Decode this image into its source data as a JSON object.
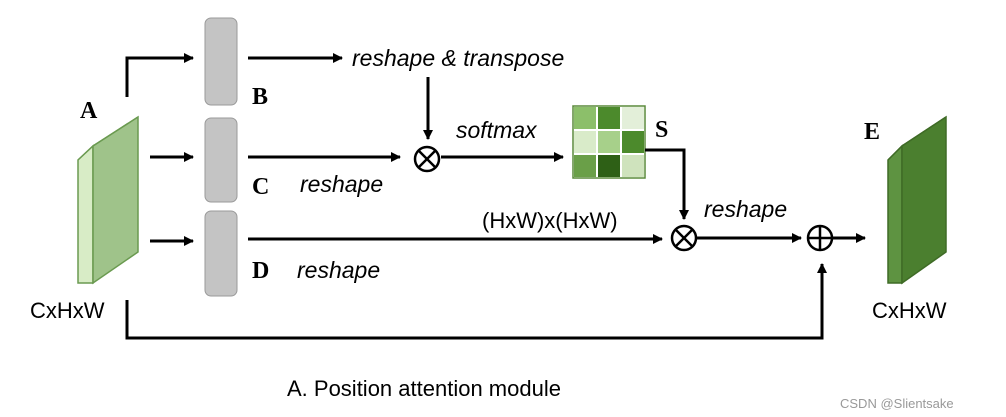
{
  "labels": {
    "A": "A",
    "B": "B",
    "C": "C",
    "D": "D",
    "S": "S",
    "E": "E"
  },
  "text": {
    "input_dims": "CxHxW",
    "output_dims": "CxHxW",
    "reshape_transpose": "reshape & transpose",
    "softmax": "softmax",
    "reshape_c": "reshape",
    "reshape_d": "reshape",
    "reshape_s": "reshape",
    "hw_dims": "(HxW)x(HxW)"
  },
  "caption": "A. Position attention module",
  "watermark": "CSDN @Slientsake",
  "operators": {
    "multiply": "⊗",
    "add": "⊕"
  },
  "colors": {
    "input_front": "#9fc38a",
    "input_side": "#c9e3b4",
    "output_front": "#4b7f2f",
    "output_side": "#6fa24f",
    "conv_block": "#c4c4c4",
    "softmax_cells": [
      "#8cbf6a",
      "#4c8a2c",
      "#e3efd9",
      "#d9ebc9",
      "#a7d08a",
      "#4c8a2c",
      "#6a9f48",
      "#2e6016",
      "#cfe3bd"
    ]
  }
}
